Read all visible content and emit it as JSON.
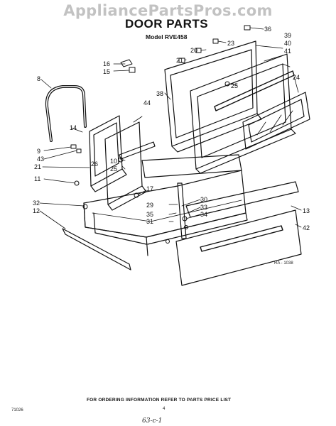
{
  "watermark": "AppliancePartsPros.com",
  "title": "DOOR PARTS",
  "model": "Model RVE458",
  "callouts": [
    "36",
    "23",
    "39",
    "40",
    "41",
    "20",
    "21",
    "16",
    "15",
    "24",
    "25",
    "8",
    "38",
    "44",
    "14",
    "9",
    "10",
    "25",
    "26",
    "21",
    "11",
    "17",
    "29",
    "30",
    "33",
    "34",
    "35",
    "31",
    "32",
    "12",
    "13",
    "42",
    "43"
  ],
  "drawing_ref": "RA - 1038",
  "footer_note": "FOR ORDERING INFORMATION REFER TO PARTS PRICE LIST",
  "doc_code": "71026",
  "page_number": "4",
  "handwritten_mark": "63-c-1"
}
